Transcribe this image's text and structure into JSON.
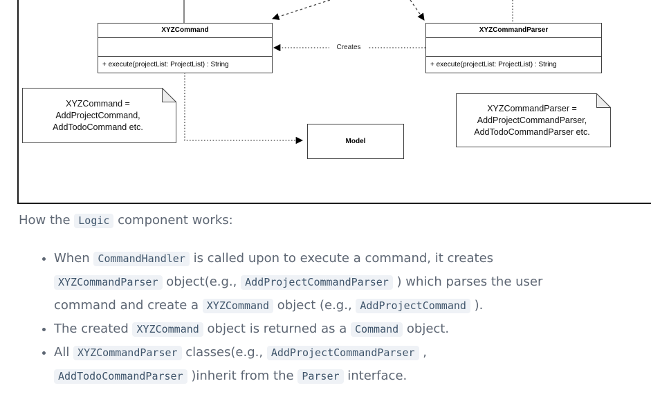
{
  "colors": {
    "body_text": "#5d6673",
    "code_text": "#3f556b",
    "code_bg": "#eff2f6",
    "diagram_frame": "#1c1c1c",
    "class_box_border": "#404040",
    "solid_line_gray": "#6b6b6b",
    "arrow_black": "#000000",
    "note_fold_fill": "#ededed"
  },
  "diagram": {
    "classes": [
      {
        "name": "XYZCommand",
        "method": "+ execute(projectList: ProjectList) : String"
      },
      {
        "name": "XYZCommandParser",
        "method": "+ execute(projectList: ProjectList) : String"
      }
    ],
    "creates_label": "Creates",
    "model_label": "Model",
    "notes": [
      {
        "text": "XYZCommand =\nAddProjectCommand,\nAddTodoCommand etc."
      },
      {
        "text": "XYZCommandParser =\nAddProjectCommandParser,\nAddTodoCommandParser etc."
      }
    ]
  },
  "doc": {
    "heading": [
      [
        {
          "t": "How the "
        },
        {
          "c": "Logic"
        },
        {
          "t": " component works:"
        }
      ]
    ],
    "bullets": [
      [
        [
          {
            "t": "When "
          },
          {
            "c": "CommandHandler"
          },
          {
            "t": " is called upon to execute a command, it creates"
          }
        ],
        [
          {
            "c": "XYZCommandParser"
          },
          {
            "t": " object(e.g., "
          },
          {
            "c": "AddProjectCommandParser"
          },
          {
            "t": " ) which parses the user"
          }
        ],
        [
          {
            "t": "command and create a "
          },
          {
            "c": "XYZCommand"
          },
          {
            "t": " object (e.g., "
          },
          {
            "c": "AddProjectCommand"
          },
          {
            "t": " )."
          }
        ]
      ],
      [
        [
          {
            "t": "The created "
          },
          {
            "c": "XYZCommand"
          },
          {
            "t": " object is returned as a "
          },
          {
            "c": "Command"
          },
          {
            "t": " object."
          }
        ]
      ],
      [
        [
          {
            "t": "All "
          },
          {
            "c": "XYZCommandParser"
          },
          {
            "t": " classes(e.g., "
          },
          {
            "c": "AddProjectCommandParser"
          },
          {
            "t": " ,"
          }
        ],
        [
          {
            "c": "AddTodoCommandParser"
          },
          {
            "t": " )inherit from the "
          },
          {
            "c": "Parser"
          },
          {
            "t": " interface."
          }
        ]
      ]
    ]
  }
}
